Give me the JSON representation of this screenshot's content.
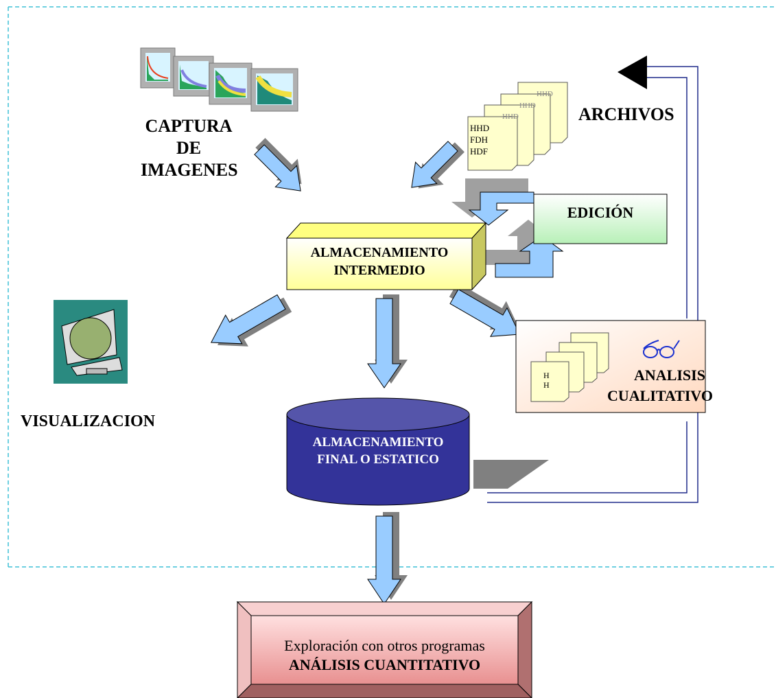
{
  "labels": {
    "captura": [
      "CAPTURA",
      "DE",
      "IMAGENES"
    ],
    "archivos": "ARCHIVOS",
    "edicion": "EDICIÓN",
    "almacenamiento_intermedio": [
      "ALMACENAMIENTO",
      "INTERMEDIO"
    ],
    "visualizacion": "VISUALIZACION",
    "almacenamiento_final": [
      "ALMACENAMIENTO",
      "FINAL O ESTATICO"
    ],
    "analisis_cualitativo": [
      "ANALISIS",
      "CUALITATIVO"
    ],
    "exploracion": "Exploración con otros programas",
    "analisis_cuantitativo": "ANÁLISIS CUANTITATIVO"
  },
  "file_stack_text": [
    "HHD",
    "FDH",
    "HDF"
  ],
  "analysis_doc_text": [
    "H",
    "H"
  ],
  "colors": {
    "dashed_border": "#3ec0d6",
    "arrow_fill": "#99ccff",
    "arrow_shadow": "#808080",
    "cylinder": "#333399",
    "cylinder_top": "#5555aa",
    "box_intermedio": "#ffffcc",
    "box_edicion": "#ccffcc",
    "box_analisis": "#ffe8d8",
    "box_cuantitativo": "#f0b0b0",
    "return_line": "#1f2a8a"
  },
  "icons": [
    "chart-thumbnail-icon",
    "document-stack-icon",
    "computer-monitor-icon",
    "glasses-icon"
  ]
}
